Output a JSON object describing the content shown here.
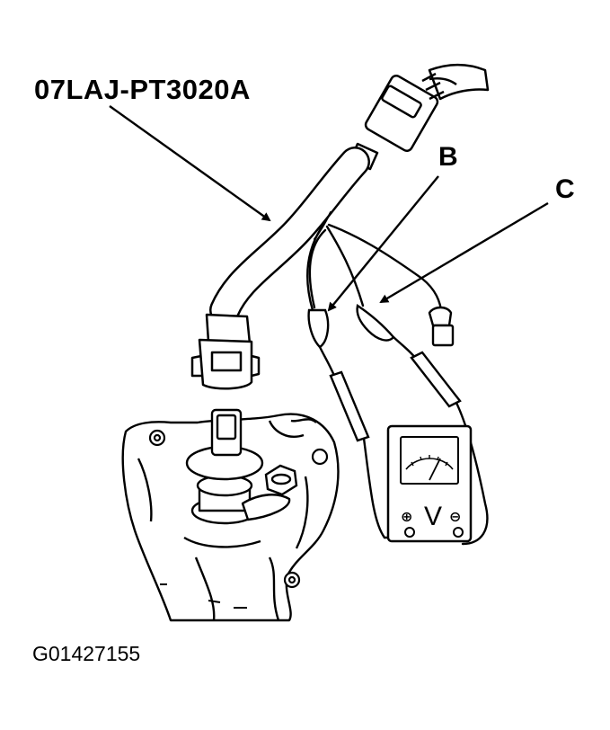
{
  "callouts": {
    "tool_part_number": "07LAJ-PT3020A",
    "lead_b": "B",
    "lead_c": "C"
  },
  "meter": {
    "plus_symbol": "⊕",
    "unit_symbol": "V",
    "minus_symbol": "⊖"
  },
  "figure_id": "G01427155",
  "colors": {
    "ink": "#000000",
    "paper": "#ffffff"
  }
}
